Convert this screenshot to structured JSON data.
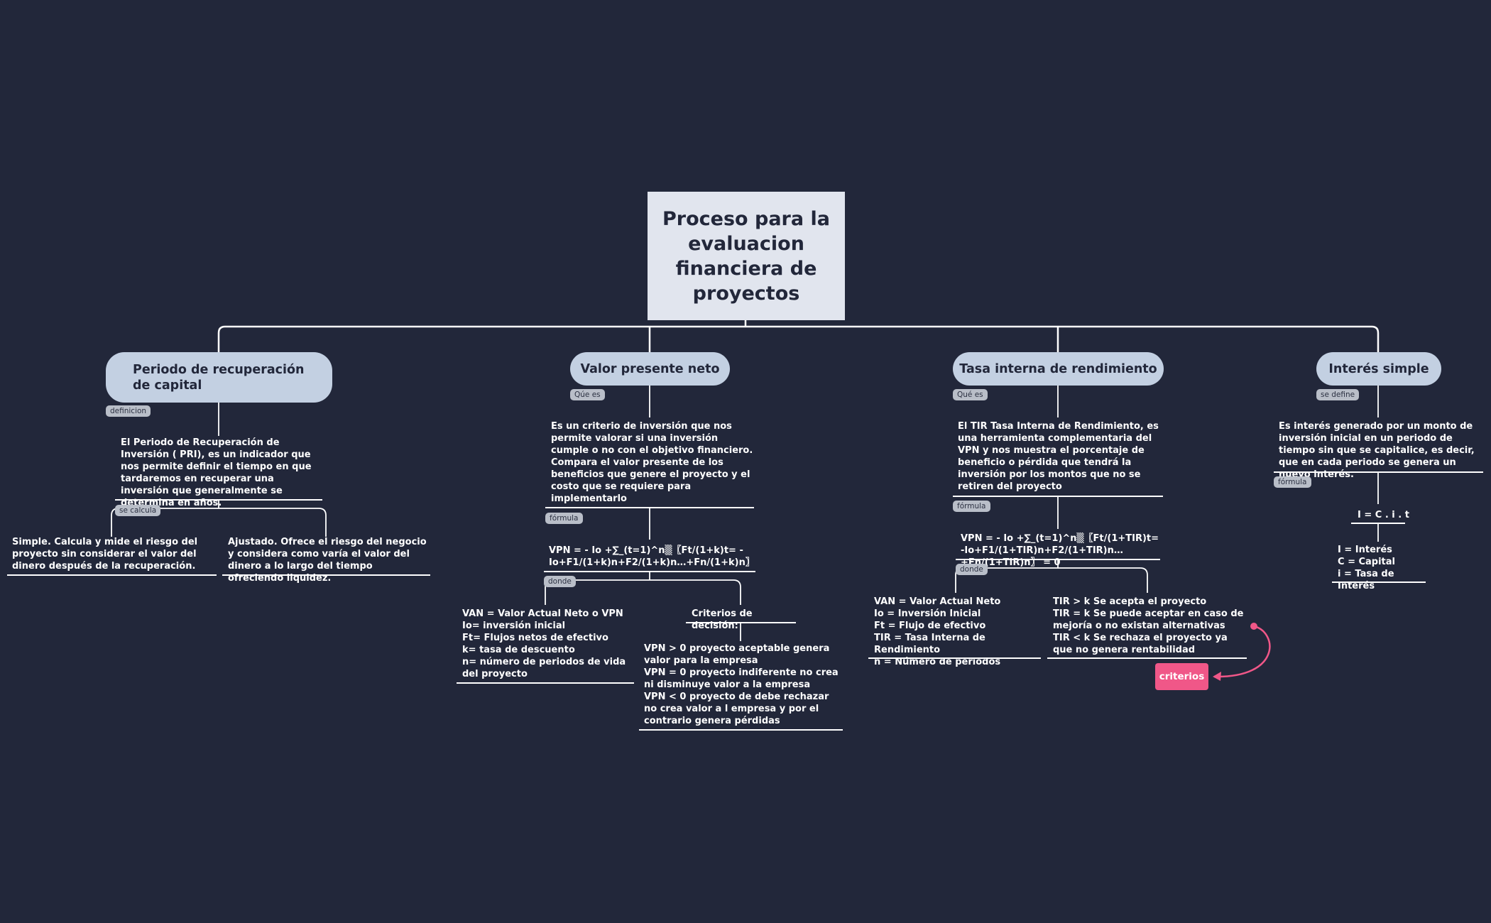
{
  "root": {
    "title": "Proceso para la evaluacion financiera de proyectos"
  },
  "branches": {
    "pri": {
      "title": "Periodo de recuperación de capital",
      "tag": "definicion",
      "definition": "El Periodo de Recuperación de Inversión ( PRI), es un indicador que nos permite definir el tiempo en que tardaremos en recuperar una inversión que generalmente se determina en años.",
      "calc_tag": "se calcula",
      "simple": "Simple. Calcula y mide el riesgo del proyecto sin considerar el valor del dinero después de la recuperación.",
      "adjusted": "Ajustado. Ofrece el riesgo del negocio y considera como varía el valor del dinero a lo largo del tiempo ofreciendo liquidez."
    },
    "vpn": {
      "title": "Valor presente neto",
      "tag": "Qúe es",
      "definition": "Es un criterio de inversión que nos permite valorar si una inversión cumple o no con el objetivo financiero.\nCompara el valor presente de los beneficios que genere el proyecto y el costo que se requiere para implementarlo",
      "formula_tag": "fórmula",
      "formula": "VPN = - Io +∑_(t=1)^n▒〖Ft/(1+k)t= -Io+F1/(1+k)n+F2/(1+k)n…+Fn/(1+k)n〗",
      "where_tag": "donde",
      "variables": "VAN = Valor Actual Neto o VPN\nIo= inversión inicial\nFt= Flujos netos de efectivo\nk= tasa de descuento\nn= número de periodos de vida del proyecto",
      "criteria_title": "Criterios de decisión:",
      "criteria": "VPN > 0 proyecto aceptable genera valor para la empresa\nVPN = 0 proyecto indiferente no crea ni disminuye valor a la empresa\nVPN < 0 proyecto de debe rechazar no crea valor a l empresa y por el contrario genera pérdidas"
    },
    "tir": {
      "title": "Tasa interna de rendimiento",
      "tag": "Qué es",
      "definition": "El TIR Tasa Interna de Rendimiento, es una herramienta complementaria del VPN y nos muestra el porcentaje de beneficio o pérdida que tendrá la inversión por los montos que no se retiren del proyecto",
      "formula_tag": "fórmula",
      "formula": "VPN = - Io +∑_(t=1)^n▒〖Ft/(1+TIR)t= -Io+F1/(1+TIR)n+F2/(1+TIR)n…+Fn/(1+TIR)n〗 = 0",
      "where_tag": "donde",
      "variables": "VAN = Valor Actual Neto\nIo = Inversión Inicial\nFt = Flujo de efectivo\nTIR = Tasa Interna de Rendimiento\nn = Número de periodos",
      "criteria": "TIR > k Se acepta el proyecto\nTIR = k Se puede aceptar en caso de mejoría o no existan alternativas\nTIR < k Se rechaza el proyecto ya que no genera rentabilidad",
      "callout": "criterios"
    },
    "simple": {
      "title": "Interés simple",
      "tag": "se define",
      "definition": "Es interés generado por un monto de inversión inicial en un periodo de tiempo sin que se capitalice, es decir, que en cada periodo se genera un nuevo interés.",
      "formula_tag": "fórmula",
      "formula": "I = C . i . t",
      "variables": "I = Interés\nC = Capital\ni = Tasa de Interés"
    }
  },
  "colors": {
    "background": "#22273a",
    "root_fill": "#e1e5ee",
    "branch_fill": "#c3d0e2",
    "tag_fill": "#b9bec8",
    "callout": "#f05788"
  }
}
